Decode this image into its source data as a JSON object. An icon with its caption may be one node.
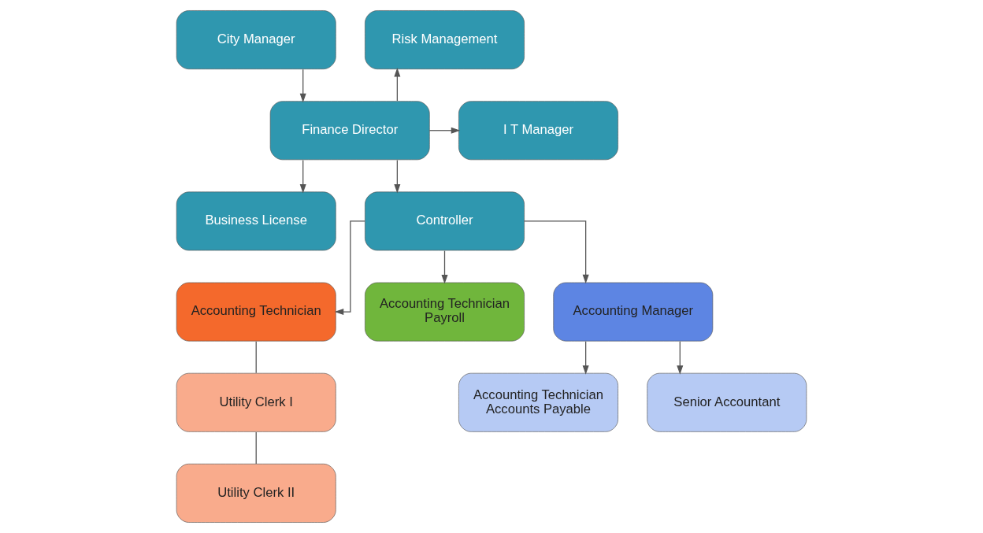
{
  "diagram": {
    "nodes": [
      {
        "text": [
          "City Manager"
        ]
      },
      {
        "text": [
          "Finance Director"
        ]
      },
      {
        "text": [
          "Risk Management"
        ]
      },
      {
        "text": [
          "I T Manager"
        ]
      },
      {
        "text": [
          "Business License"
        ]
      },
      {
        "text": [
          "Controller"
        ]
      },
      {
        "text": [
          "Accounting Technician"
        ]
      },
      {
        "text": [
          "Accounting Technician Payroll"
        ]
      },
      {
        "text": [
          "Accounting Manager"
        ]
      },
      {
        "text": [
          "Accounting Technician Accounts Payable"
        ]
      },
      {
        "text": [
          "Senior Accountant"
        ]
      },
      {
        "text": [
          "Utility Clerk I"
        ]
      },
      {
        "text": [
          "Utility Clerk II"
        ]
      }
    ],
    "edges": [
      {
        "from": 0,
        "to": 1,
        "arrow": "to"
      },
      {
        "from": 1,
        "to": 2,
        "arrow": "to"
      },
      {
        "from": 1,
        "to": 3,
        "arrow": "to"
      },
      {
        "from": 1,
        "to": 4,
        "arrow": "to"
      },
      {
        "from": 1,
        "to": 5,
        "arrow": "to"
      },
      {
        "from": 5,
        "to": 6,
        "arrow": "to"
      },
      {
        "from": 5,
        "to": 7,
        "arrow": "to"
      },
      {
        "from": 5,
        "to": 8,
        "arrow": "to"
      },
      {
        "from": 8,
        "to": 9,
        "arrow": "to"
      },
      {
        "from": 8,
        "to": 10,
        "arrow": "to"
      },
      {
        "from": 6,
        "to": 11,
        "arrow": "none"
      },
      {
        "from": 11,
        "to": 12,
        "arrow": "none"
      }
    ]
  }
}
